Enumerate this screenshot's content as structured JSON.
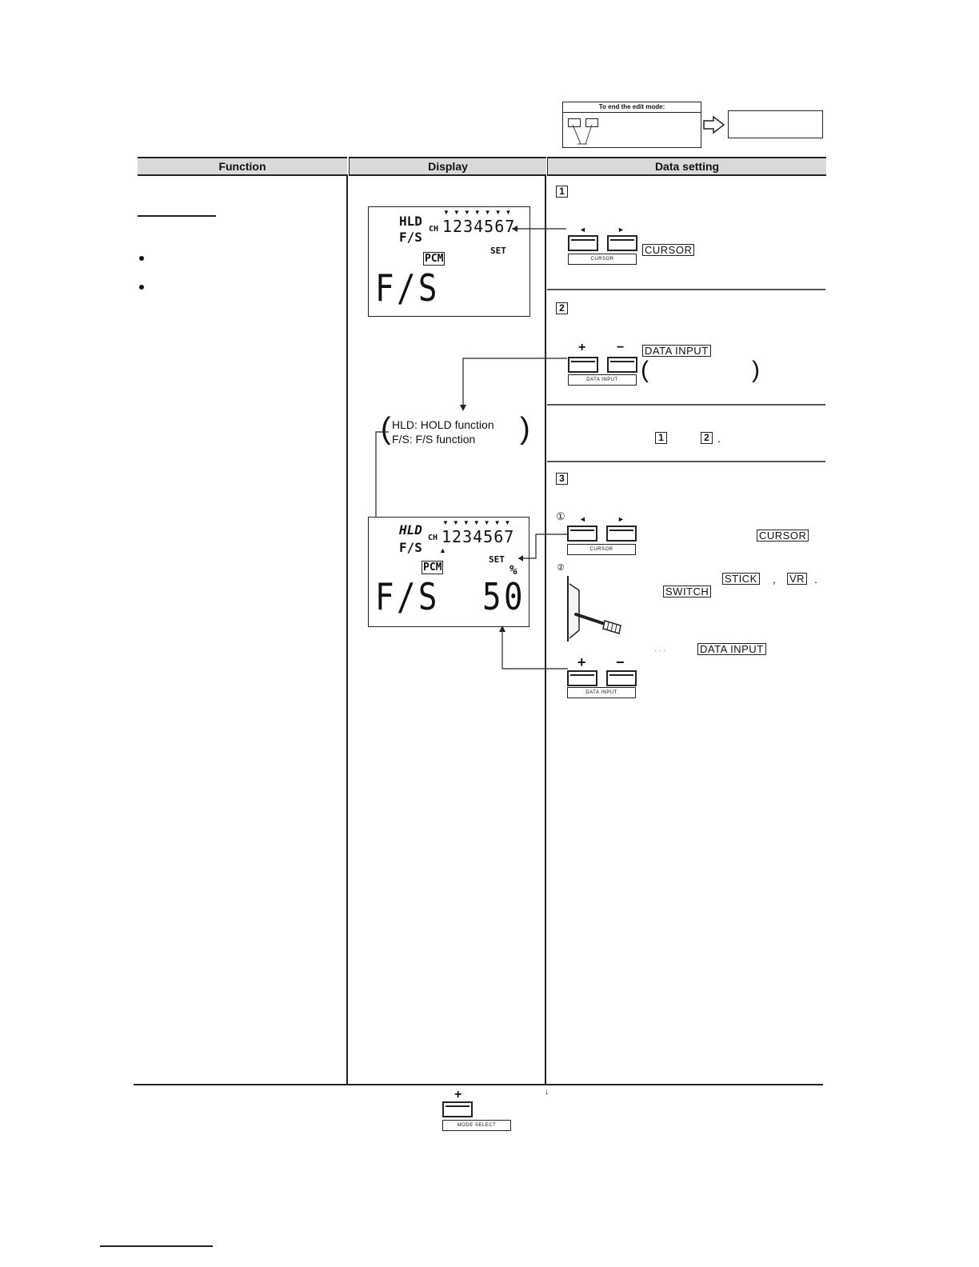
{
  "end_edit_box": {
    "title": "To end the edit mode:"
  },
  "columns": {
    "function": "Function",
    "display": "Display",
    "data_setting": "Data setting"
  },
  "function_col": {
    "bullets": [
      "",
      ""
    ]
  },
  "display_top": {
    "hld": "HLD",
    "fs": "F/S",
    "ch": "CH",
    "channels": "1234567",
    "pcm": "PCM",
    "set": "SET",
    "big": "F/S"
  },
  "legend": {
    "hld_line": "HLD: HOLD function",
    "fs_line": "F/S:   F/S function"
  },
  "display_bottom": {
    "hld": "HLD",
    "fs": "F/S",
    "ch": "CH",
    "channels": "1234567",
    "pcm": "PCM",
    "set": "SET",
    "percent": "%",
    "big": "F/S",
    "value": "50"
  },
  "steps": {
    "s1": "1",
    "s2": "2",
    "s3": "3",
    "ref_a": "1",
    "ref_b": "2",
    "ref_dot": ".",
    "sub1": "①",
    "sub2": "②"
  },
  "keys": {
    "cursor_label": "CURSOR",
    "data_input_label": "DATA INPUT",
    "mode_select_label": "MODE SELECT",
    "left_arrow": "◄",
    "right_arrow": "►",
    "plus": "+",
    "minus": "−"
  },
  "tags": {
    "cursor1": "CURSOR",
    "data_input1": "DATA INPUT",
    "paren_open": "(",
    "paren_close": ")",
    "cursor2": "CURSOR",
    "stick": "STICK",
    "comma1": ",",
    "vr": "VR",
    "comma2": ".",
    "switch": "SWITCH",
    "dots": ".  .  .",
    "data_input2": "DATA INPUT"
  }
}
